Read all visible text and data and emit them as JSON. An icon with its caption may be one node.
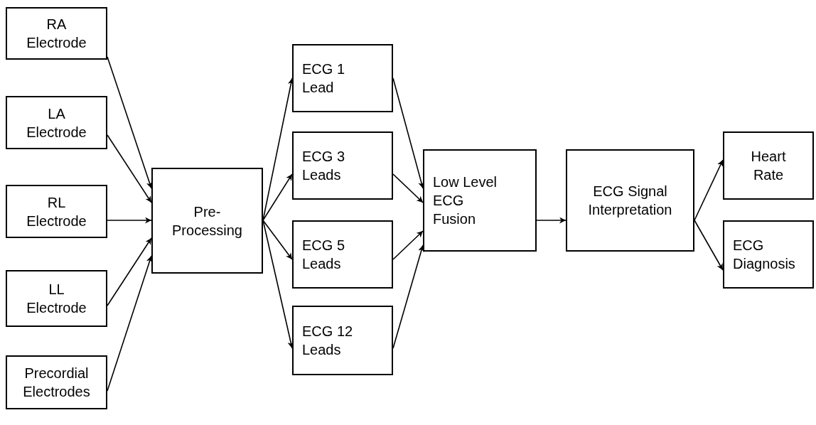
{
  "diagram": {
    "nodes": [
      {
        "text": [
          "RA Electrode"
        ]
      },
      {
        "text": [
          "LA Electrode"
        ]
      },
      {
        "text": [
          "RL Electrode"
        ]
      },
      {
        "text": [
          "LL Electrode"
        ]
      },
      {
        "text": [
          "Precordial Electrodes"
        ]
      },
      {
        "text": [
          "Pre-Processing"
        ]
      },
      {
        "text": [
          "ECG 1 Lead"
        ]
      },
      {
        "text": [
          "ECG 3 Leads"
        ]
      },
      {
        "text": [
          "ECG 5 Leads"
        ]
      },
      {
        "text": [
          "ECG 12 Leads"
        ]
      },
      {
        "text": [
          "Low Level ECG Fusion"
        ]
      },
      {
        "text": [
          "ECG Signal Interpretation"
        ]
      },
      {
        "text": [
          "Heart Rate"
        ]
      },
      {
        "text": [
          "ECG Diagnosis"
        ]
      }
    ],
    "edges": [
      {
        "from": 0,
        "to": 5,
        "arrow": "to"
      },
      {
        "from": 1,
        "to": 5,
        "arrow": "to"
      },
      {
        "from": 2,
        "to": 5,
        "arrow": "to"
      },
      {
        "from": 3,
        "to": 5,
        "arrow": "to"
      },
      {
        "from": 4,
        "to": 5,
        "arrow": "to"
      },
      {
        "from": 5,
        "to": 6,
        "arrow": "to"
      },
      {
        "from": 5,
        "to": 7,
        "arrow": "to"
      },
      {
        "from": 5,
        "to": 8,
        "arrow": "to"
      },
      {
        "from": 5,
        "to": 9,
        "arrow": "to"
      },
      {
        "from": 6,
        "to": 10,
        "arrow": "to"
      },
      {
        "from": 7,
        "to": 10,
        "arrow": "to"
      },
      {
        "from": 8,
        "to": 10,
        "arrow": "to"
      },
      {
        "from": 9,
        "to": 10,
        "arrow": "to"
      },
      {
        "from": 10,
        "to": 11,
        "arrow": "to"
      },
      {
        "from": 11,
        "to": 12,
        "arrow": "to"
      },
      {
        "from": 11,
        "to": 13,
        "arrow": "to"
      }
    ]
  }
}
